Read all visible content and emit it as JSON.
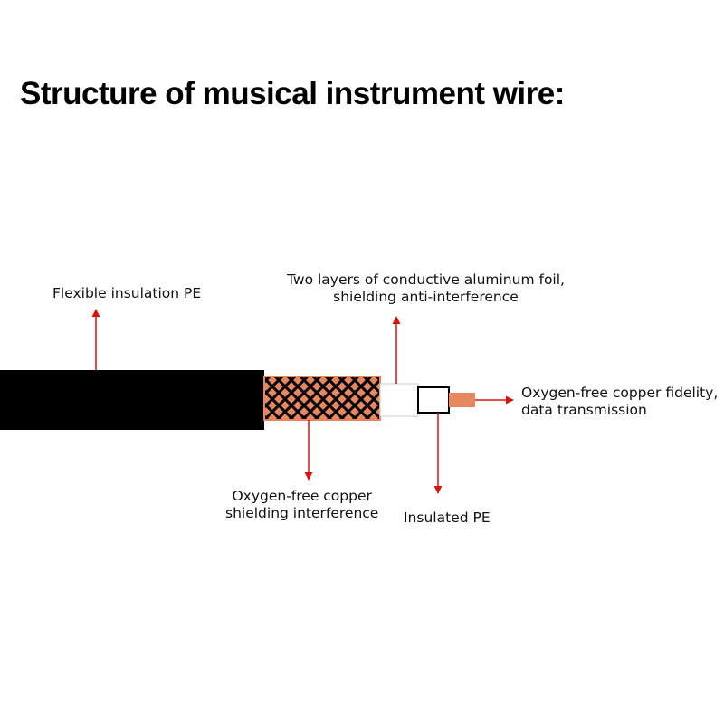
{
  "title": "Structure of musical instrument wire:",
  "labels": {
    "flexible_insulation": "Flexible insulation PE",
    "foil_line1": "Two layers of conductive aluminum foil,",
    "foil_line2": "shielding anti-interference",
    "copper_core_line1": "Oxygen-free copper fidelity,",
    "copper_core_line2": "data transmission",
    "shield_line1": "Oxygen-free copper",
    "shield_line2": "shielding interference",
    "insulated_pe": "Insulated PE"
  },
  "colors": {
    "outer_jacket": "#000000",
    "copper": "#e8865f",
    "arrow": "#e01010",
    "foil": "#ffffff"
  }
}
